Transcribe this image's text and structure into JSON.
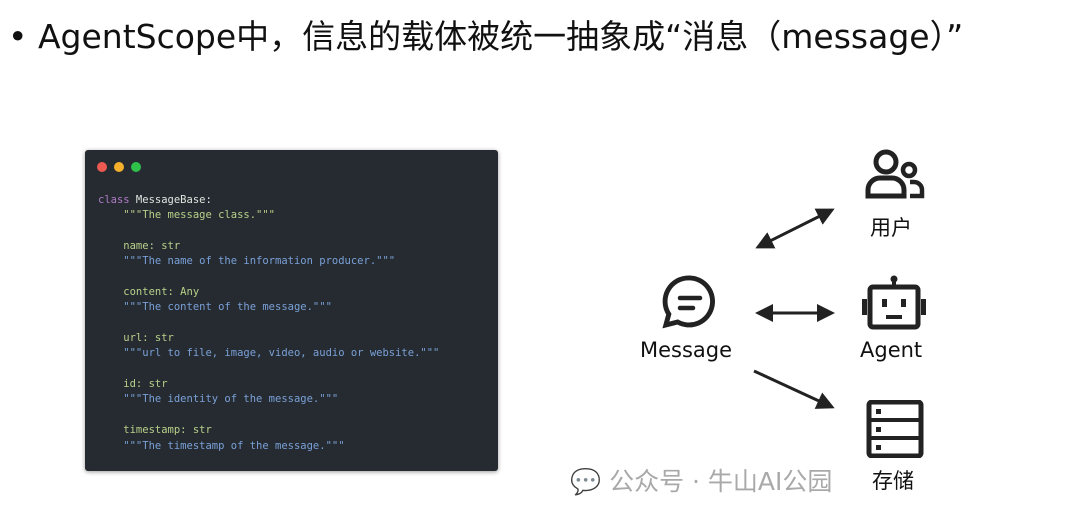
{
  "title": "• AgentScope中，信息的载体被统一抽象成“消息（message）”",
  "code": {
    "l1_kw": "class",
    "l1_name": " MessageBase:",
    "l2": "    \"\"\"The message class.\"\"\"",
    "l4": "    name: str",
    "l5": "    \"\"\"The name of the information producer.\"\"\"",
    "l7": "    content: Any",
    "l8": "    \"\"\"The content of the message.\"\"\"",
    "l10": "    url: str",
    "l11": "    \"\"\"url to file, image, video, audio or website.\"\"\"",
    "l13": "    id: str",
    "l14": "    \"\"\"The identity of the message.\"\"\"",
    "l16": "    timestamp: str",
    "l17": "    \"\"\"The timestamp of the message.\"\"\""
  },
  "diagram": {
    "message": "Message",
    "user": "用户",
    "agent": "Agent",
    "storage": "存储"
  },
  "watermark": "公众号 · 牛山AI公园"
}
